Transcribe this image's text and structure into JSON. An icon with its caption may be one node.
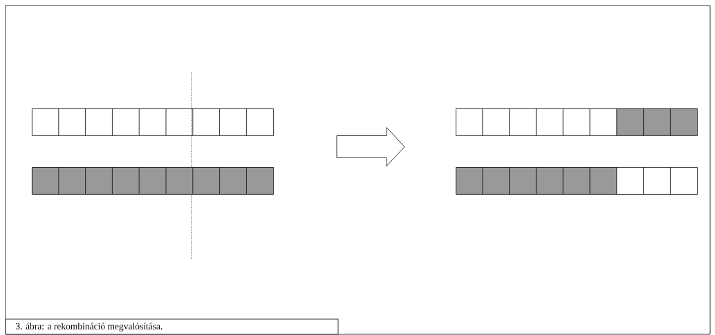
{
  "diagram": {
    "caption": "3. ábra: a rekombináció megvalósítása.",
    "nodes": [
      {
        "text": [],
        "shape": "bar"
      },
      {
        "text": [],
        "shape": "bar"
      },
      {
        "text": [],
        "shape": "bar"
      },
      {
        "text": [],
        "shape": "bar"
      }
    ]
  }
}
